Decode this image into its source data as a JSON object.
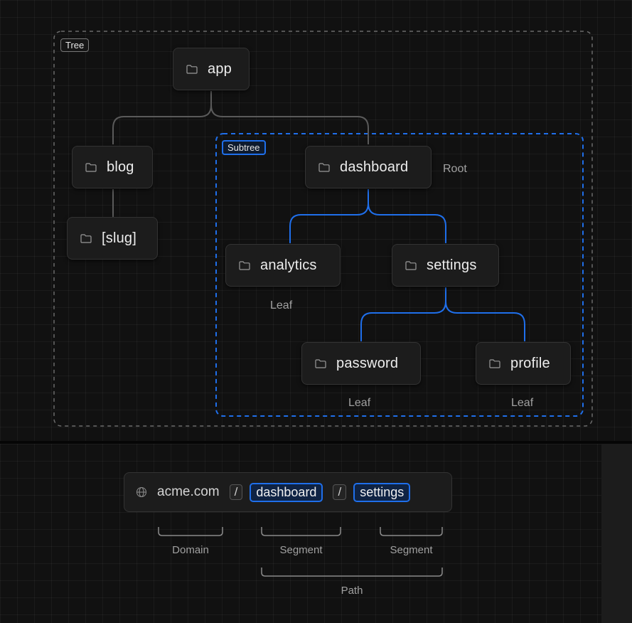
{
  "tree": {
    "tree_tag": "Tree",
    "subtree_tag": "Subtree",
    "nodes": {
      "app": "app",
      "blog": "blog",
      "slug": "[slug]",
      "dashboard": "dashboard",
      "analytics": "analytics",
      "settings": "settings",
      "password": "password",
      "profile": "profile"
    },
    "annotations": {
      "root": "Root",
      "leaf_analytics": "Leaf",
      "leaf_password": "Leaf",
      "leaf_profile": "Leaf"
    }
  },
  "url": {
    "domain": "acme.com",
    "separator": "/",
    "segments": [
      "dashboard",
      "settings"
    ],
    "captions": {
      "domain": "Domain",
      "segment_1": "Segment",
      "segment_2": "Segment",
      "path": "Path"
    }
  },
  "colors": {
    "accent": "#1f6feb",
    "background": "#111111",
    "node": "#1c1c1c",
    "connector": "#5a5a5a"
  },
  "icons": [
    "folder-icon",
    "globe-icon"
  ]
}
